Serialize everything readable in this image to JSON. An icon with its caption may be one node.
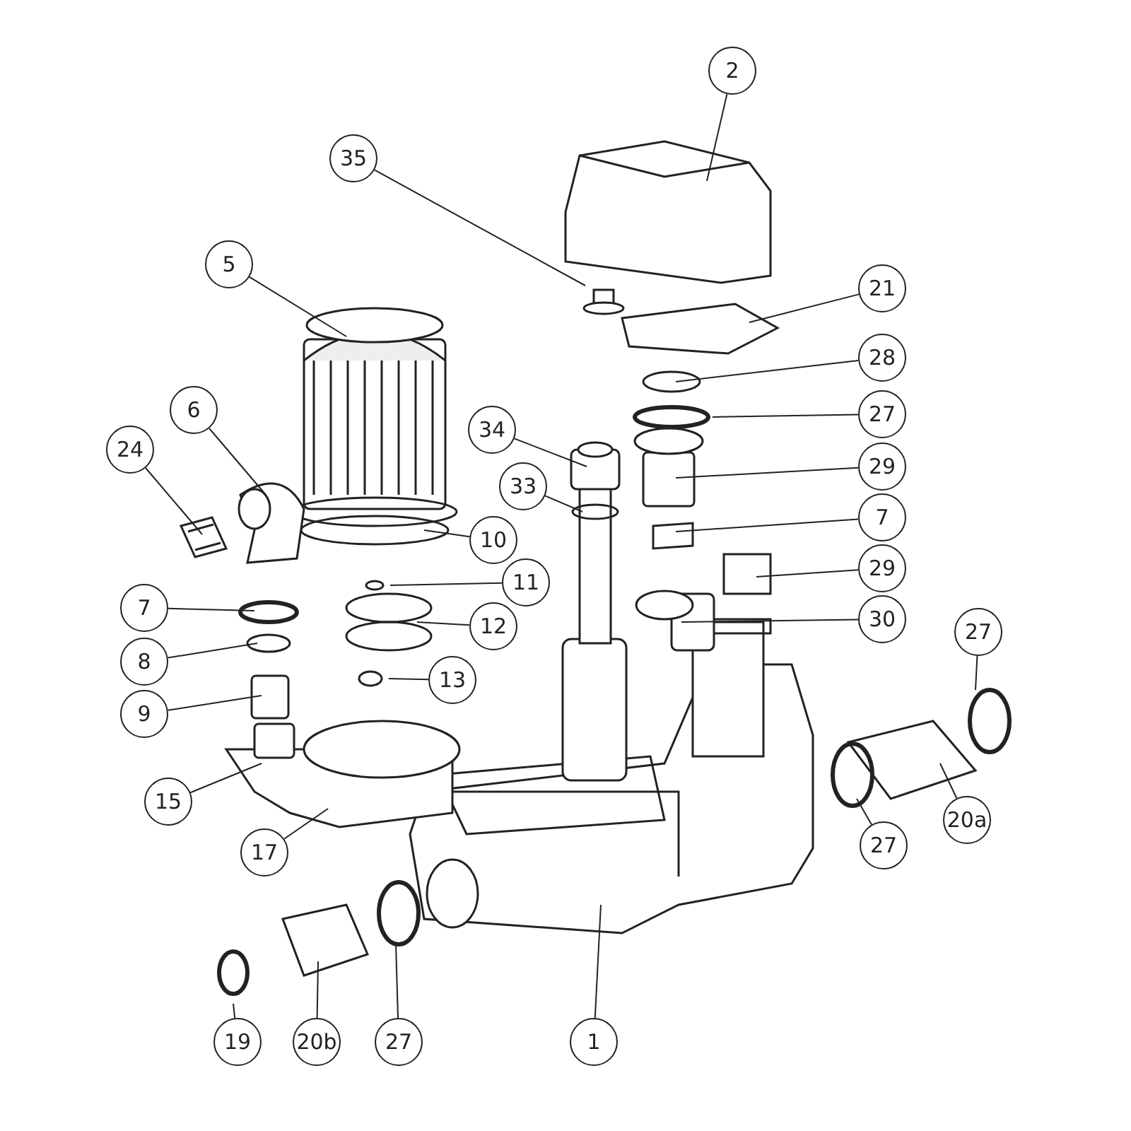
{
  "diagram": {
    "nodes": [
      {
        "text": [
          "2"
        ]
      },
      {
        "text": [
          "35"
        ]
      },
      {
        "text": [
          "5"
        ]
      },
      {
        "text": [
          "21"
        ]
      },
      {
        "text": [
          "28"
        ]
      },
      {
        "text": [
          "6"
        ]
      },
      {
        "text": [
          "27"
        ]
      },
      {
        "text": [
          "34"
        ]
      },
      {
        "text": [
          "24"
        ]
      },
      {
        "text": [
          "29"
        ]
      },
      {
        "text": [
          "33"
        ]
      },
      {
        "text": [
          "7"
        ]
      },
      {
        "text": [
          "10"
        ]
      },
      {
        "text": [
          "29"
        ]
      },
      {
        "text": [
          "11"
        ]
      },
      {
        "text": [
          "7"
        ]
      },
      {
        "text": [
          "30"
        ]
      },
      {
        "text": [
          "12"
        ]
      },
      {
        "text": [
          "27"
        ]
      },
      {
        "text": [
          "8"
        ]
      },
      {
        "text": [
          "13"
        ]
      },
      {
        "text": [
          "9"
        ]
      },
      {
        "text": [
          "15"
        ]
      },
      {
        "text": [
          "20a"
        ]
      },
      {
        "text": [
          "27"
        ]
      },
      {
        "text": [
          "17"
        ]
      },
      {
        "text": [
          "19"
        ]
      },
      {
        "text": [
          "20b"
        ]
      },
      {
        "text": [
          "27"
        ]
      },
      {
        "text": [
          "1"
        ]
      }
    ],
    "edges": [
      {
        "from": 0,
        "to": null,
        "arrow": "none"
      },
      {
        "from": 1,
        "to": null,
        "arrow": "none"
      },
      {
        "from": 2,
        "to": null,
        "arrow": "none"
      },
      {
        "from": 3,
        "to": null,
        "arrow": "none"
      },
      {
        "from": 4,
        "to": null,
        "arrow": "none"
      },
      {
        "from": 5,
        "to": null,
        "arrow": "none"
      },
      {
        "from": 6,
        "to": null,
        "arrow": "none"
      },
      {
        "from": 7,
        "to": null,
        "arrow": "none"
      },
      {
        "from": 8,
        "to": null,
        "arrow": "none"
      },
      {
        "from": 9,
        "to": null,
        "arrow": "none"
      },
      {
        "from": 10,
        "to": null,
        "arrow": "none"
      },
      {
        "from": 11,
        "to": null,
        "arrow": "none"
      },
      {
        "from": 12,
        "to": null,
        "arrow": "none"
      },
      {
        "from": 13,
        "to": null,
        "arrow": "none"
      },
      {
        "from": 14,
        "to": null,
        "arrow": "none"
      },
      {
        "from": 15,
        "to": null,
        "arrow": "none"
      },
      {
        "from": 16,
        "to": null,
        "arrow": "none"
      },
      {
        "from": 17,
        "to": null,
        "arrow": "none"
      },
      {
        "from": 18,
        "to": null,
        "arrow": "none"
      },
      {
        "from": 19,
        "to": null,
        "arrow": "none"
      },
      {
        "from": 20,
        "to": null,
        "arrow": "none"
      },
      {
        "from": 21,
        "to": null,
        "arrow": "none"
      },
      {
        "from": 22,
        "to": null,
        "arrow": "none"
      },
      {
        "from": 23,
        "to": null,
        "arrow": "none"
      },
      {
        "from": 24,
        "to": null,
        "arrow": "none"
      },
      {
        "from": 25,
        "to": null,
        "arrow": "none"
      },
      {
        "from": 26,
        "to": null,
        "arrow": "none"
      },
      {
        "from": 27,
        "to": null,
        "arrow": "none"
      },
      {
        "from": 28,
        "to": null,
        "arrow": "none"
      },
      {
        "from": 29,
        "to": null,
        "arrow": "none"
      }
    ]
  }
}
